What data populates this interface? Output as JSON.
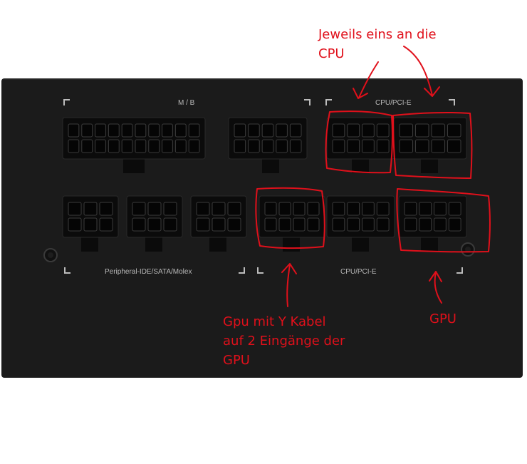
{
  "psu_labels": {
    "mb": "M / B",
    "cpu_pcie_top": "CPU/PCI-E",
    "peripheral": "Peripheral-IDE/SATA/Molex",
    "cpu_pcie_bottom": "CPU/PCI-E"
  },
  "annotations": {
    "cpu_note_line1": "Jeweils eins an die",
    "cpu_note_line2": "CPU",
    "ycable_line1": "Gpu mit Y Kabel",
    "ycable_line2": "auf 2 Eingänge der",
    "ycable_line3": "GPU",
    "gpu_note": "GPU"
  },
  "colors": {
    "panel": "#1b1b1b",
    "connector": "#0b0b0b",
    "pin": "#050505",
    "label": "#b9b9b9",
    "annotation": "#e0101b"
  },
  "icons": [
    "screw-icon-left",
    "screw-icon-right"
  ]
}
